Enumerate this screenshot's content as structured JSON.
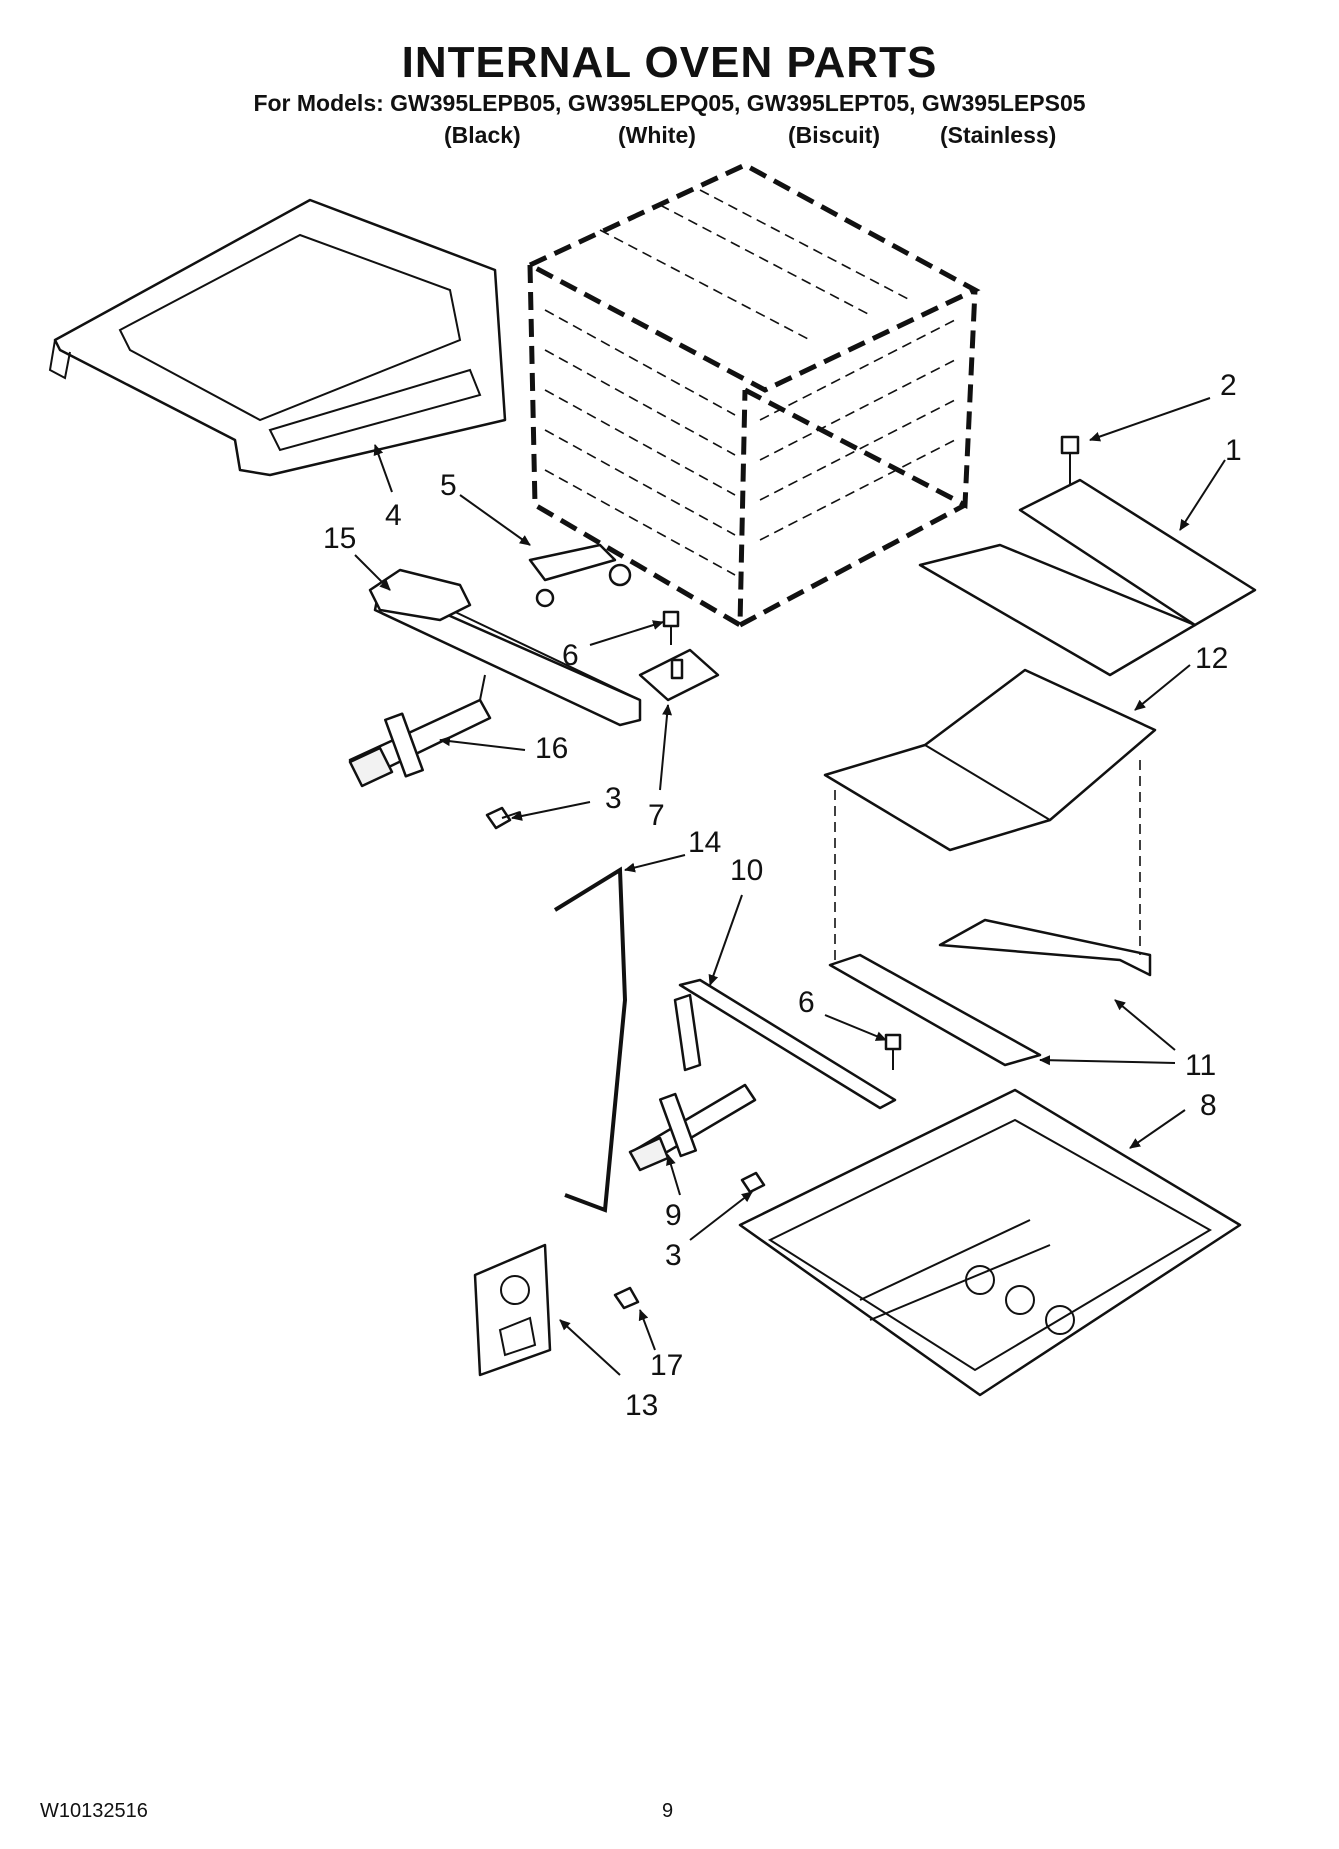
{
  "header": {
    "title": "INTERNAL OVEN PARTS",
    "models_line": "For Models: GW395LEPB05, GW395LEPQ05, GW395LEPT05, GW395LEPS05",
    "colors": [
      "(Black)",
      "(White)",
      "(Biscuit)",
      "(Stainless)"
    ]
  },
  "callouts": [
    "1",
    "2",
    "3",
    "3",
    "4",
    "5",
    "6",
    "6",
    "7",
    "8",
    "9",
    "10",
    "11",
    "12",
    "13",
    "14",
    "15",
    "16",
    "17"
  ],
  "footer": {
    "doc_number": "W10132516",
    "page_number": "9"
  }
}
